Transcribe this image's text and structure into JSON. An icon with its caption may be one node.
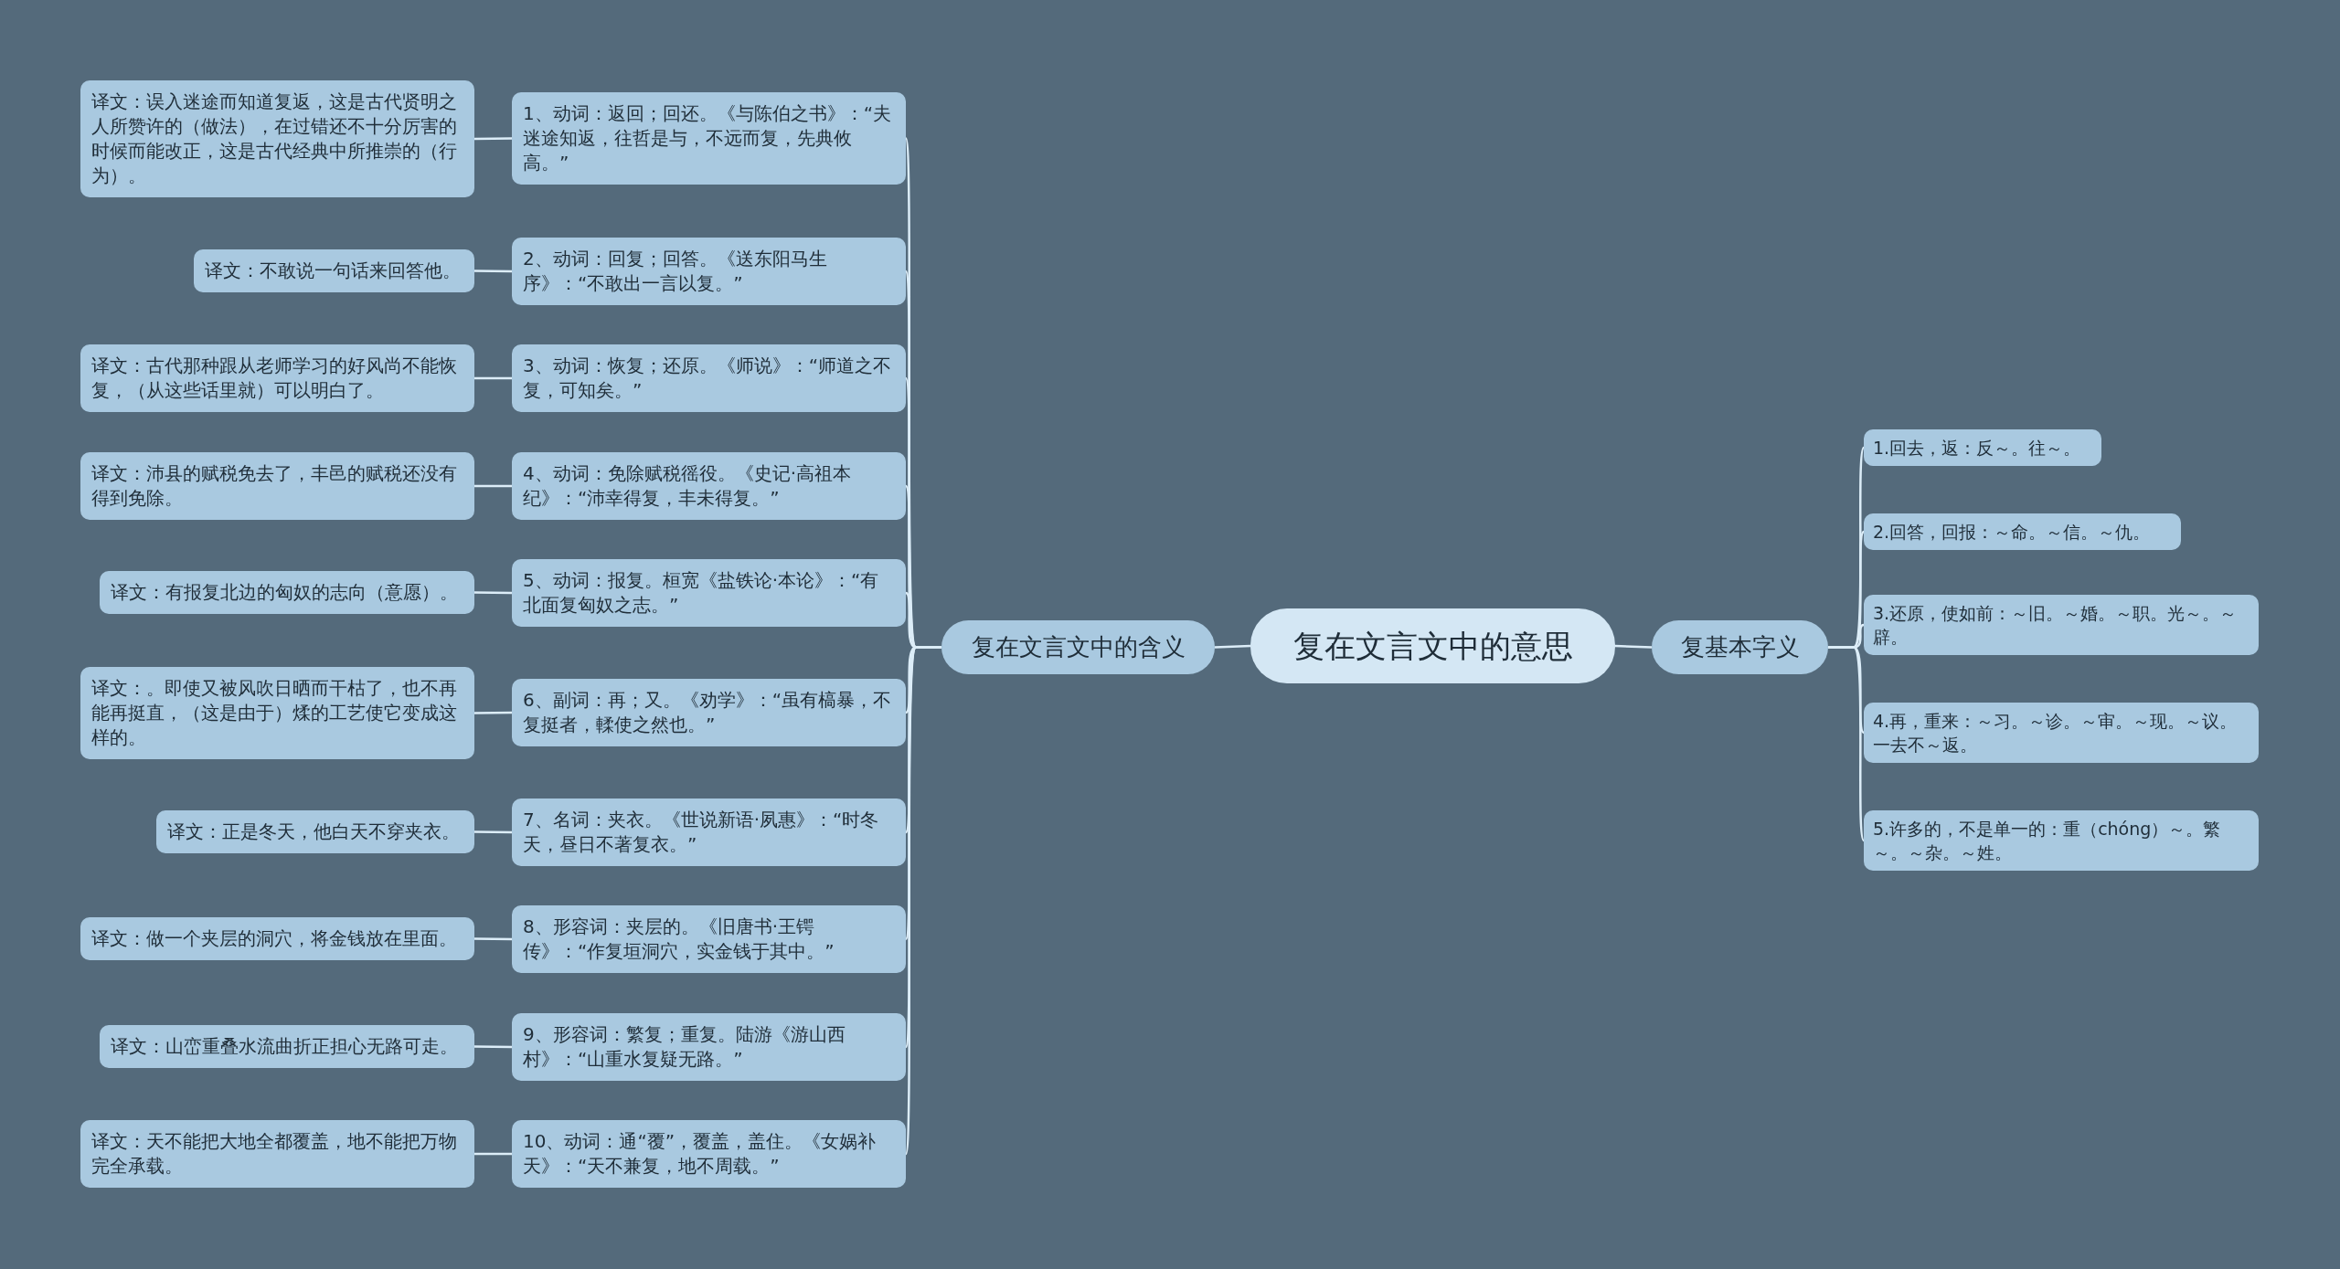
{
  "diagram": {
    "nodes": [
      {
        "text": [
          "复在文言文中的意思"
        ]
      },
      {
        "text": [
          "复在文言文中的含义"
        ]
      },
      {
        "text": [
          "1、动词：返回；回还。《与陈伯之书》：“夫迷途知返，往哲是与，不远而复，先典攸高。”"
        ]
      },
      {
        "text": [
          "2、动词：回复；回答。《送东阳马生序》：“不敢出一言以复。”"
        ]
      },
      {
        "text": [
          "3、动词：恢复；还原。《师说》：“师道之不复，可知矣。”"
        ]
      },
      {
        "text": [
          "4、动词：免除赋税徭役。《史记·高祖本纪》：“沛幸得复，丰未得复。”"
        ]
      },
      {
        "text": [
          "5、动词：报复。桓宽《盐铁论·本论》：“有北面复匈奴之志。”"
        ]
      },
      {
        "text": [
          "6、副词：再；又。《劝学》：“虽有槁暴，不复挺者，輮使之然也。”"
        ]
      },
      {
        "text": [
          "7、名词：夹衣。《世说新语·夙惠》：“时冬天，昼日不著复衣。”"
        ]
      },
      {
        "text": [
          "8、形容词：夹层的。《旧唐书·王锷传》：“作复垣洞穴，实金钱于其中。”"
        ]
      },
      {
        "text": [
          "9、形容词：繁复；重复。陆游《游山西村》：“山重水复疑无路。”"
        ]
      },
      {
        "text": [
          "10、动词：通“覆”，覆盖，盖住。《女娲补天》：“天不兼复，地不周载。”"
        ]
      },
      {
        "text": [
          "译文：误入迷途而知道复返，这是古代贤明之人所赞许的（做法），在过错还不十分厉害的时候而能改正，这是古代经典中所推崇的（行为）。"
        ]
      },
      {
        "text": [
          "译文：不敢说一句话来回答他。"
        ]
      },
      {
        "text": [
          "译文：古代那种跟从老师学习的好风尚不能恢复，（从这些话里就）可以明白了。"
        ]
      },
      {
        "text": [
          "译文：沛县的赋税免去了，丰邑的赋税还没有得到免除。"
        ]
      },
      {
        "text": [
          "译文：有报复北边的匈奴的志向（意愿）。"
        ]
      },
      {
        "text": [
          "译文：。即使又被风吹日晒而干枯了，也不再能再挺直，（这是由于）煣的工艺使它变成这样的。"
        ]
      },
      {
        "text": [
          "译文：正是冬天，他白天不穿夹衣。"
        ]
      },
      {
        "text": [
          "译文：做一个夹层的洞穴，将金钱放在里面。"
        ]
      },
      {
        "text": [
          "译文：山峦重叠水流曲折正担心无路可走。"
        ]
      },
      {
        "text": [
          "译文：天不能把大地全都覆盖，地不能把万物完全承载。"
        ]
      },
      {
        "text": [
          "复基本字义"
        ]
      },
      {
        "text": [
          "1.回去，返：反～。往～。"
        ]
      },
      {
        "text": [
          "2.回答，回报：～命。～信。～仇。"
        ]
      },
      {
        "text": [
          "3.还原，使如前：～旧。～婚。～职。光～。～辟。"
        ]
      },
      {
        "text": [
          "4.再，重来：～习。～诊。～审。～现。～议。一去不～返。"
        ]
      },
      {
        "text": [
          "5.许多的，不是单一的：重（chóng）～。繁～。～杂。～姓。"
        ]
      }
    ],
    "edges": [
      {
        "from": 0,
        "to": 1,
        "arrow": "none"
      },
      {
        "from": 0,
        "to": 22,
        "arrow": "none"
      },
      {
        "from": 1,
        "to": 2,
        "arrow": "none"
      },
      {
        "from": 1,
        "to": 3,
        "arrow": "none"
      },
      {
        "from": 1,
        "to": 4,
        "arrow": "none"
      },
      {
        "from": 1,
        "to": 5,
        "arrow": "none"
      },
      {
        "from": 1,
        "to": 6,
        "arrow": "none"
      },
      {
        "from": 1,
        "to": 7,
        "arrow": "none"
      },
      {
        "from": 1,
        "to": 8,
        "arrow": "none"
      },
      {
        "from": 1,
        "to": 9,
        "arrow": "none"
      },
      {
        "from": 1,
        "to": 10,
        "arrow": "none"
      },
      {
        "from": 1,
        "to": 11,
        "arrow": "none"
      },
      {
        "from": 2,
        "to": 12,
        "arrow": "none"
      },
      {
        "from": 3,
        "to": 13,
        "arrow": "none"
      },
      {
        "from": 4,
        "to": 14,
        "arrow": "none"
      },
      {
        "from": 5,
        "to": 15,
        "arrow": "none"
      },
      {
        "from": 6,
        "to": 16,
        "arrow": "none"
      },
      {
        "from": 7,
        "to": 17,
        "arrow": "none"
      },
      {
        "from": 8,
        "to": 18,
        "arrow": "none"
      },
      {
        "from": 9,
        "to": 19,
        "arrow": "none"
      },
      {
        "from": 10,
        "to": 20,
        "arrow": "none"
      },
      {
        "from": 11,
        "to": 21,
        "arrow": "none"
      },
      {
        "from": 22,
        "to": 23,
        "arrow": "none"
      },
      {
        "from": 22,
        "to": 24,
        "arrow": "none"
      },
      {
        "from": 22,
        "to": 25,
        "arrow": "none"
      },
      {
        "from": 22,
        "to": 26,
        "arrow": "none"
      },
      {
        "from": 22,
        "to": 27,
        "arrow": "none"
      }
    ]
  }
}
